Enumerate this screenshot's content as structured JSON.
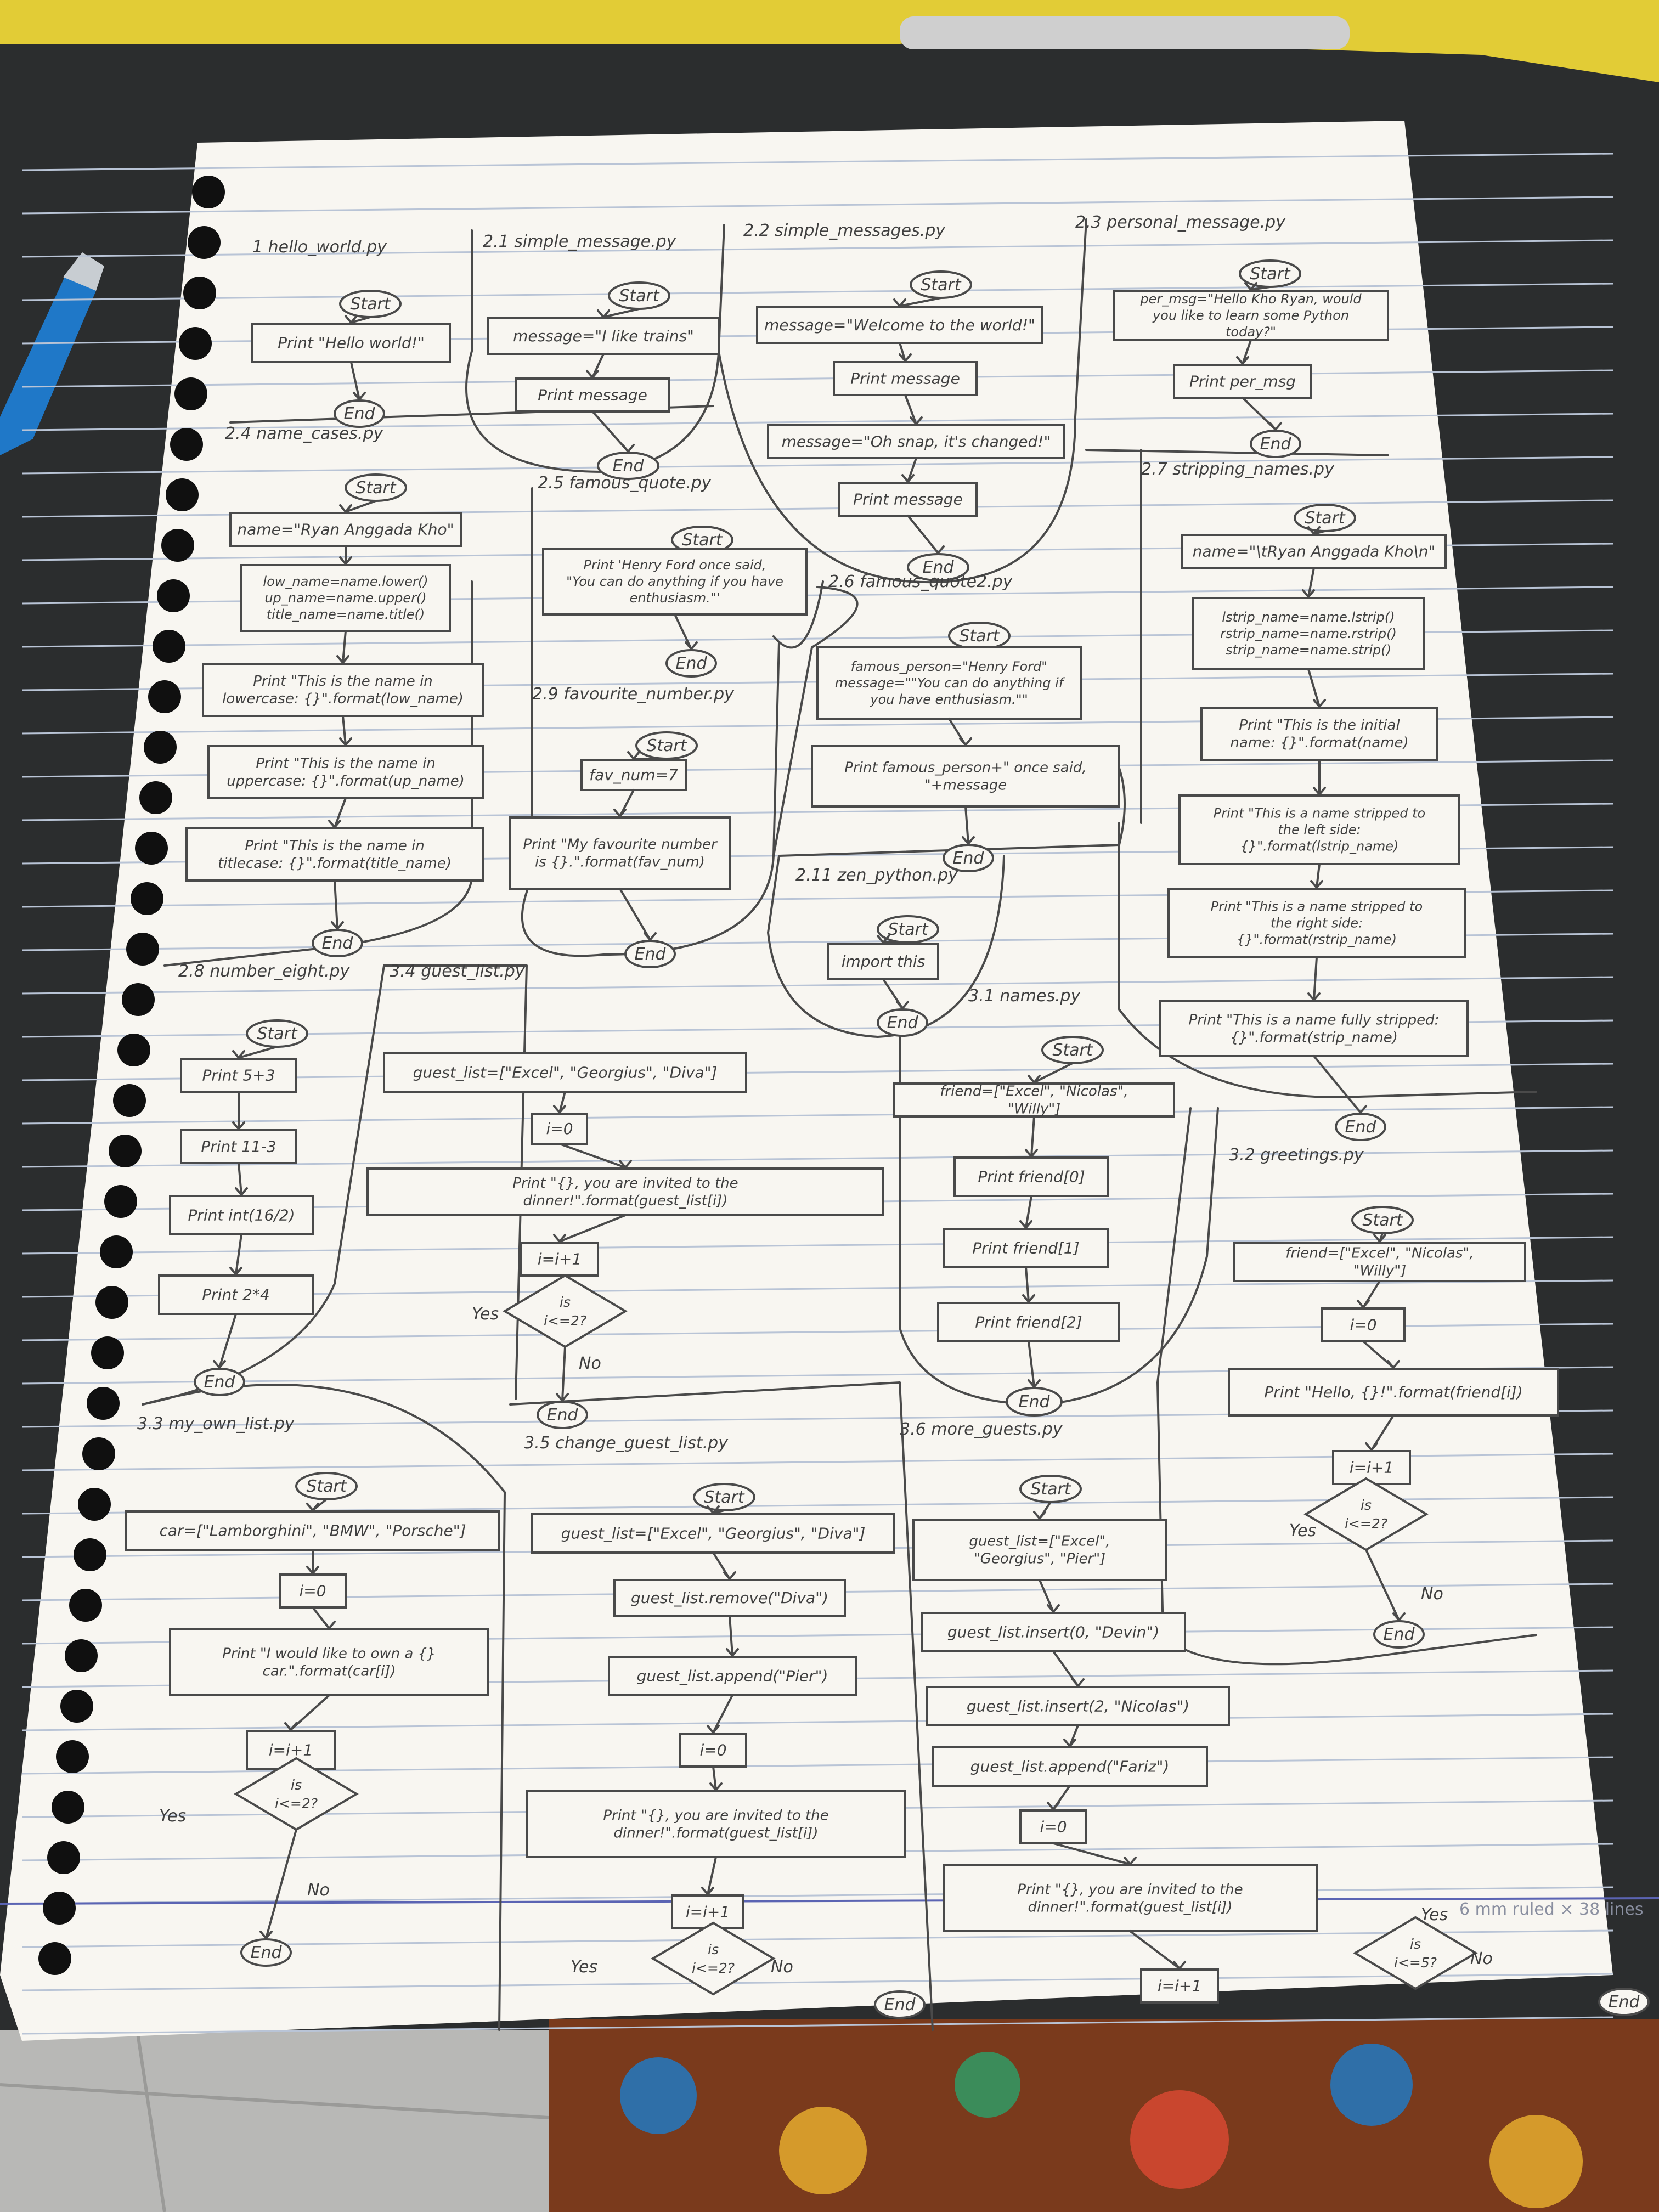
{
  "colors": {
    "ink": "#4a4a4a",
    "paper": "#f8f6f1",
    "rule": "#b9c4d6",
    "desk": "#2b2d2e",
    "yellow": "#e7d23a",
    "pen_blue": "#1f78c8"
  },
  "overlay_note": "6 mm ruled × 38 lines",
  "flowcharts": [
    {
      "id": "f1",
      "title": "1 hello_world.py",
      "nodes": [
        {
          "kind": "oval",
          "text": "Start"
        },
        {
          "kind": "rect",
          "text": "Print \"Hello world!\""
        },
        {
          "kind": "oval",
          "text": "End"
        }
      ]
    },
    {
      "id": "f2_1",
      "title": "2.1 simple_message.py",
      "nodes": [
        {
          "kind": "oval",
          "text": "Start"
        },
        {
          "kind": "rect",
          "text": "message=\"I like trains\""
        },
        {
          "kind": "rect",
          "text": "Print message"
        },
        {
          "kind": "oval",
          "text": "End"
        }
      ]
    },
    {
      "id": "f2_2",
      "title": "2.2 simple_messages.py",
      "nodes": [
        {
          "kind": "oval",
          "text": "Start"
        },
        {
          "kind": "rect",
          "text": "message=\"Welcome to the world!\""
        },
        {
          "kind": "rect",
          "text": "Print message"
        },
        {
          "kind": "rect",
          "text": "message=\"Oh snap, it's changed!\""
        },
        {
          "kind": "rect",
          "text": "Print message"
        },
        {
          "kind": "oval",
          "text": "End"
        }
      ]
    },
    {
      "id": "f2_3",
      "title": "2.3 personal_message.py",
      "nodes": [
        {
          "kind": "oval",
          "text": "Start"
        },
        {
          "kind": "rect",
          "text": "per_msg=\"Hello Kho Ryan, would you like to learn some Python today?\""
        },
        {
          "kind": "rect",
          "text": "Print per_msg"
        },
        {
          "kind": "oval",
          "text": "End"
        }
      ]
    },
    {
      "id": "f2_4",
      "title": "2.4 name_cases.py",
      "nodes": [
        {
          "kind": "oval",
          "text": "Start"
        },
        {
          "kind": "rect",
          "text": "name=\"Ryan Anggada Kho\""
        },
        {
          "kind": "rect",
          "text": "low_name=name.lower() up_name=name.upper() title_name=name.title()"
        },
        {
          "kind": "rect",
          "text": "Print \"This is the name in lowercase: {}\".format(low_name)"
        },
        {
          "kind": "rect",
          "text": "Print \"This is the name in uppercase: {}\".format(up_name)"
        },
        {
          "kind": "rect",
          "text": "Print \"This is the name in titlecase: {}\".format(title_name)"
        },
        {
          "kind": "oval",
          "text": "End"
        }
      ]
    },
    {
      "id": "f2_5",
      "title": "2.5 famous_quote.py",
      "nodes": [
        {
          "kind": "oval",
          "text": "Start"
        },
        {
          "kind": "rect",
          "text": "Print 'Henry Ford once said, \"You can do anything if you have enthusiasm.\"'"
        },
        {
          "kind": "oval",
          "text": "End"
        }
      ]
    },
    {
      "id": "f2_6",
      "title": "2.6 famous_quote2.py",
      "nodes": [
        {
          "kind": "oval",
          "text": "Start"
        },
        {
          "kind": "rect",
          "text": "famous_person=\"Henry Ford\" message=\"\"You can do anything if you have enthusiasm.\"\""
        },
        {
          "kind": "rect",
          "text": "Print famous_person+\" once said, \"+message"
        },
        {
          "kind": "oval",
          "text": "End"
        }
      ]
    },
    {
      "id": "f2_7",
      "title": "2.7 stripping_names.py",
      "nodes": [
        {
          "kind": "oval",
          "text": "Start"
        },
        {
          "kind": "rect",
          "text": "name=\"\\tRyan Anggada Kho\\n\""
        },
        {
          "kind": "rect",
          "text": "lstrip_name=name.lstrip() rstrip_name=name.rstrip() strip_name=name.strip()"
        },
        {
          "kind": "rect",
          "text": "Print \"This is the initial name: {}\".format(name)"
        },
        {
          "kind": "rect",
          "text": "Print \"This is a name stripped to the left side: {}\".format(lstrip_name)"
        },
        {
          "kind": "rect",
          "text": "Print \"This is a name stripped to the right side: {}\".format(rstrip_name)"
        },
        {
          "kind": "rect",
          "text": "Print \"This is a name fully stripped: {}\".format(strip_name)"
        },
        {
          "kind": "oval",
          "text": "End"
        }
      ]
    },
    {
      "id": "f2_8",
      "title": "2.8 number_eight.py",
      "nodes": [
        {
          "kind": "oval",
          "text": "Start"
        },
        {
          "kind": "rect",
          "text": "Print 5+3"
        },
        {
          "kind": "rect",
          "text": "Print 11-3"
        },
        {
          "kind": "rect",
          "text": "Print int(16/2)"
        },
        {
          "kind": "rect",
          "text": "Print 2*4"
        },
        {
          "kind": "oval",
          "text": "End"
        }
      ]
    },
    {
      "id": "f2_9",
      "title": "2.9 favourite_number.py",
      "nodes": [
        {
          "kind": "oval",
          "text": "Start"
        },
        {
          "kind": "rect",
          "text": "fav_num=7"
        },
        {
          "kind": "rect",
          "text": "Print \"My favourite number is {}.\".format(fav_num)"
        },
        {
          "kind": "oval",
          "text": "End"
        }
      ]
    },
    {
      "id": "f2_11",
      "title": "2.11 zen_python.py",
      "nodes": [
        {
          "kind": "oval",
          "text": "Start"
        },
        {
          "kind": "rect",
          "text": "import this"
        },
        {
          "kind": "oval",
          "text": "End"
        }
      ]
    },
    {
      "id": "f3_1",
      "title": "3.1 names.py",
      "nodes": [
        {
          "kind": "oval",
          "text": "Start"
        },
        {
          "kind": "rect",
          "text": "friend=[\"Excel\", \"Nicolas\", \"Willy\"]"
        },
        {
          "kind": "rect",
          "text": "Print friend[0]"
        },
        {
          "kind": "rect",
          "text": "Print friend[1]"
        },
        {
          "kind": "rect",
          "text": "Print friend[2]"
        },
        {
          "kind": "oval",
          "text": "End"
        }
      ]
    },
    {
      "id": "f3_2",
      "title": "3.2 greetings.py",
      "nodes": [
        {
          "kind": "oval",
          "text": "Start"
        },
        {
          "kind": "rect",
          "text": "friend=[\"Excel\", \"Nicolas\", \"Willy\"]"
        },
        {
          "kind": "rect",
          "text": "i=0"
        },
        {
          "kind": "rect",
          "text": "Print \"Hello, {}!\".format(friend[i])"
        },
        {
          "kind": "rect",
          "text": "i=i+1"
        },
        {
          "kind": "diamond",
          "text": "is i<=2?"
        },
        {
          "kind": "label",
          "text": "Yes"
        },
        {
          "kind": "label",
          "text": "No"
        },
        {
          "kind": "oval",
          "text": "End"
        }
      ]
    },
    {
      "id": "f3_3",
      "title": "3.3 my_own_list.py",
      "nodes": [
        {
          "kind": "oval",
          "text": "Start"
        },
        {
          "kind": "rect",
          "text": "car=[\"Lamborghini\", \"BMW\", \"Porsche\"]"
        },
        {
          "kind": "rect",
          "text": "i=0"
        },
        {
          "kind": "rect",
          "text": "Print \"I would like to own a {} car.\".format(car[i])"
        },
        {
          "kind": "rect",
          "text": "i=i+1"
        },
        {
          "kind": "diamond",
          "text": "is i<=2?"
        },
        {
          "kind": "label",
          "text": "Yes"
        },
        {
          "kind": "label",
          "text": "No"
        },
        {
          "kind": "oval",
          "text": "End"
        }
      ]
    },
    {
      "id": "f3_4",
      "title": "3.4 guest_list.py",
      "nodes": [
        {
          "kind": "rect",
          "text": "guest_list=[\"Excel\", \"Georgius\", \"Diva\"]"
        },
        {
          "kind": "rect",
          "text": "i=0"
        },
        {
          "kind": "rect",
          "text": "Print \"{}, you are invited to the dinner!\".format(guest_list[i])"
        },
        {
          "kind": "rect",
          "text": "i=i+1"
        },
        {
          "kind": "diamond",
          "text": "is i<=2?"
        },
        {
          "kind": "label",
          "text": "Yes"
        },
        {
          "kind": "label",
          "text": "No"
        },
        {
          "kind": "oval",
          "text": "End"
        }
      ]
    },
    {
      "id": "f3_5",
      "title": "3.5 change_guest_list.py",
      "nodes": [
        {
          "kind": "oval",
          "text": "Start"
        },
        {
          "kind": "rect",
          "text": "guest_list=[\"Excel\", \"Georgius\", \"Diva\"]"
        },
        {
          "kind": "rect",
          "text": "guest_list.remove(\"Diva\")"
        },
        {
          "kind": "rect",
          "text": "guest_list.append(\"Pier\")"
        },
        {
          "kind": "rect",
          "text": "i=0"
        },
        {
          "kind": "rect",
          "text": "Print \"{}, you are invited to the dinner!\".format(guest_list[i])"
        },
        {
          "kind": "rect",
          "text": "i=i+1"
        },
        {
          "kind": "diamond",
          "text": "is i<=2?"
        },
        {
          "kind": "label",
          "text": "Yes"
        },
        {
          "kind": "label",
          "text": "No"
        },
        {
          "kind": "oval",
          "text": "End"
        }
      ]
    },
    {
      "id": "f3_6",
      "title": "3.6 more_guests.py",
      "nodes": [
        {
          "kind": "oval",
          "text": "Start"
        },
        {
          "kind": "rect",
          "text": "guest_list=[\"Excel\", \"Georgius\", \"Pier\"]"
        },
        {
          "kind": "rect",
          "text": "guest_list.insert(0, \"Devin\")"
        },
        {
          "kind": "rect",
          "text": "guest_list.insert(2, \"Nicolas\")"
        },
        {
          "kind": "rect",
          "text": "guest_list.append(\"Fariz\")"
        },
        {
          "kind": "rect",
          "text": "i=0"
        },
        {
          "kind": "rect",
          "text": "Print \"{}, you are invited to the dinner!\".format(guest_list[i])"
        },
        {
          "kind": "rect",
          "text": "i=i+1"
        },
        {
          "kind": "diamond",
          "text": "is i<=5?"
        },
        {
          "kind": "label",
          "text": "Yes"
        },
        {
          "kind": "label",
          "text": "No"
        },
        {
          "kind": "oval",
          "text": "End"
        }
      ]
    }
  ]
}
